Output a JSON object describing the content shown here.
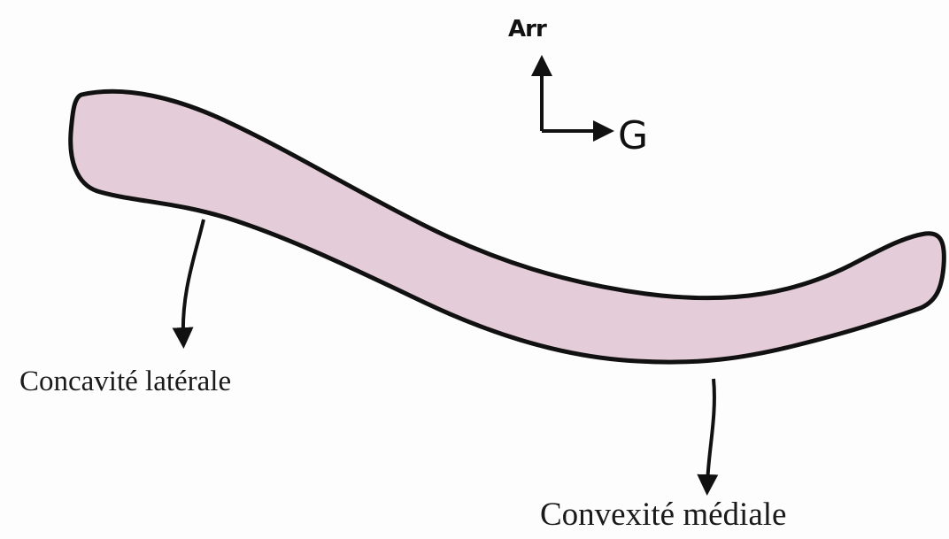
{
  "diagram": {
    "fill_color": "#e4cdd8",
    "stroke_color": "#111111",
    "orientation": {
      "up_label": "Arr",
      "right_label": "G"
    },
    "labels": {
      "lateral": "Concavité latérale",
      "medial": "Convexité médiale"
    }
  }
}
